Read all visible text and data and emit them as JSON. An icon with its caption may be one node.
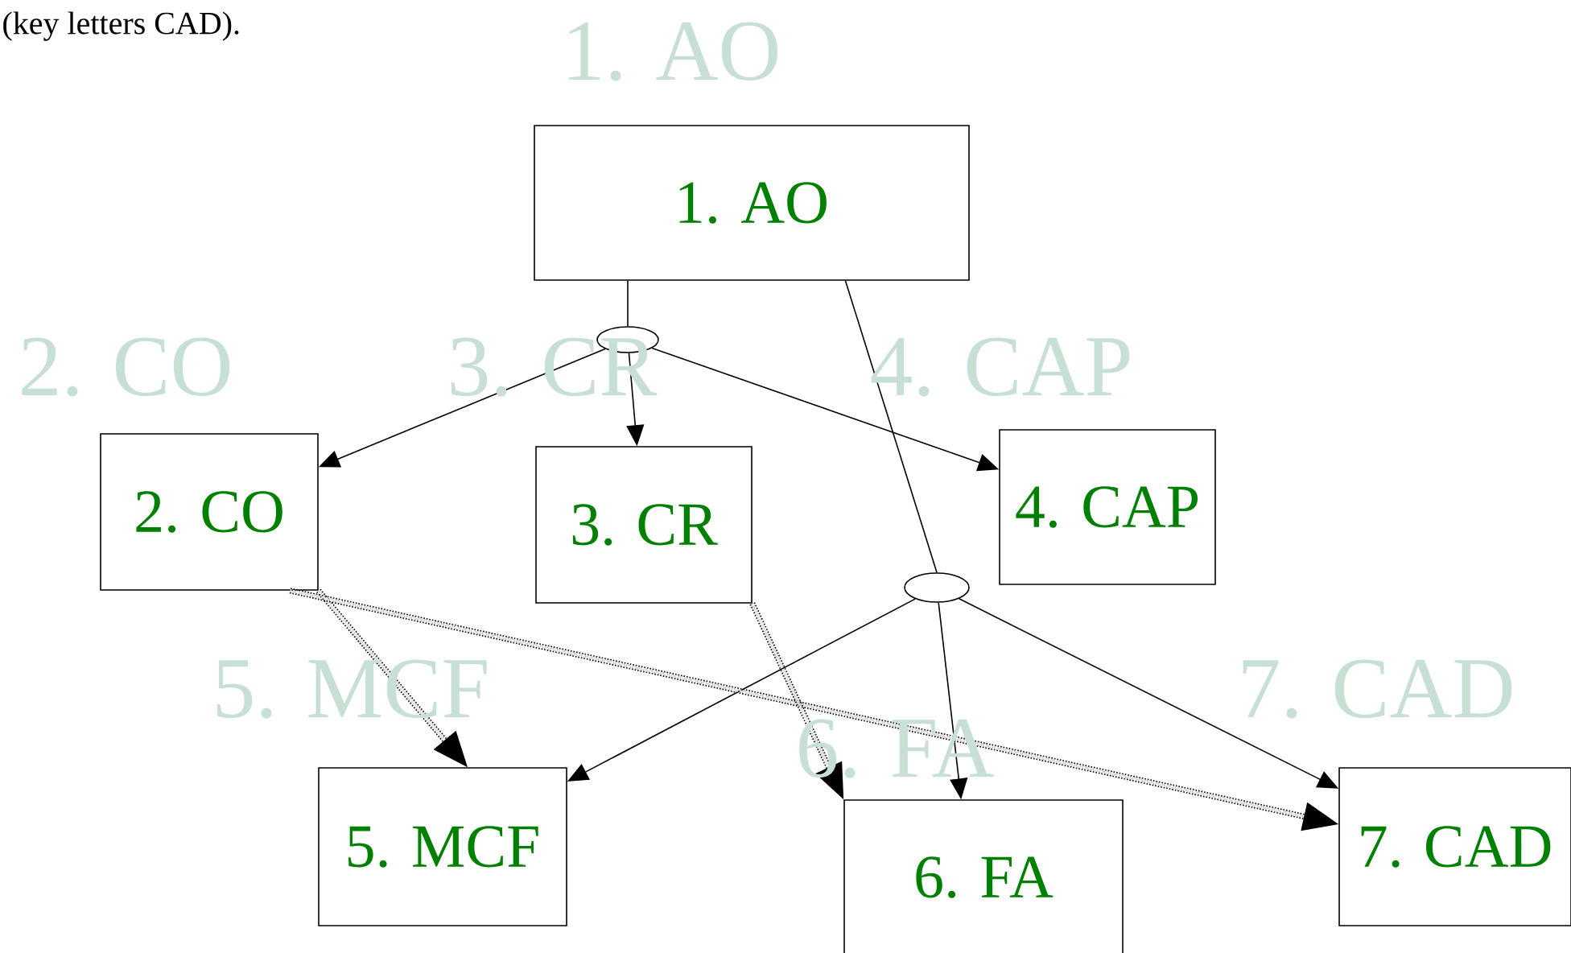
{
  "diagram": {
    "nodes": [
      {
        "text": [
          "1. AO"
        ]
      },
      {
        "text": [
          "2. CO"
        ]
      },
      {
        "text": [
          "3. CR"
        ]
      },
      {
        "text": [
          "4. CAP"
        ]
      },
      {
        "text": [
          "5. MCF"
        ]
      },
      {
        "text": [
          "6. FA"
        ]
      },
      {
        "text": [
          "7. CAD"
        ]
      },
      {
        "text": [],
        "shape": "ellipse"
      },
      {
        "text": [],
        "shape": "ellipse"
      }
    ],
    "edges": [
      {
        "from": 0,
        "to": 7,
        "arrow": "none"
      },
      {
        "from": 7,
        "to": 1,
        "arrow": "to"
      },
      {
        "from": 7,
        "to": 2,
        "arrow": "to"
      },
      {
        "from": 7,
        "to": 3,
        "arrow": "to"
      },
      {
        "from": 0,
        "to": 8,
        "arrow": "none"
      },
      {
        "from": 8,
        "to": 4,
        "arrow": "to"
      },
      {
        "from": 8,
        "to": 5,
        "arrow": "to"
      },
      {
        "from": 8,
        "to": 6,
        "arrow": "to"
      },
      {
        "from": 1,
        "to": 4,
        "arrow": "to",
        "style": "dashed"
      },
      {
        "from": 1,
        "to": 6,
        "arrow": "to",
        "style": "dashed"
      },
      {
        "from": 2,
        "to": 5,
        "arrow": "to",
        "style": "dashed"
      }
    ],
    "labels": [
      "(key letters CAD).",
      "1. AO",
      "2. CO",
      "3. CR",
      "4. CAP",
      "5. MCF",
      "6. FA",
      "7. CAD"
    ]
  }
}
